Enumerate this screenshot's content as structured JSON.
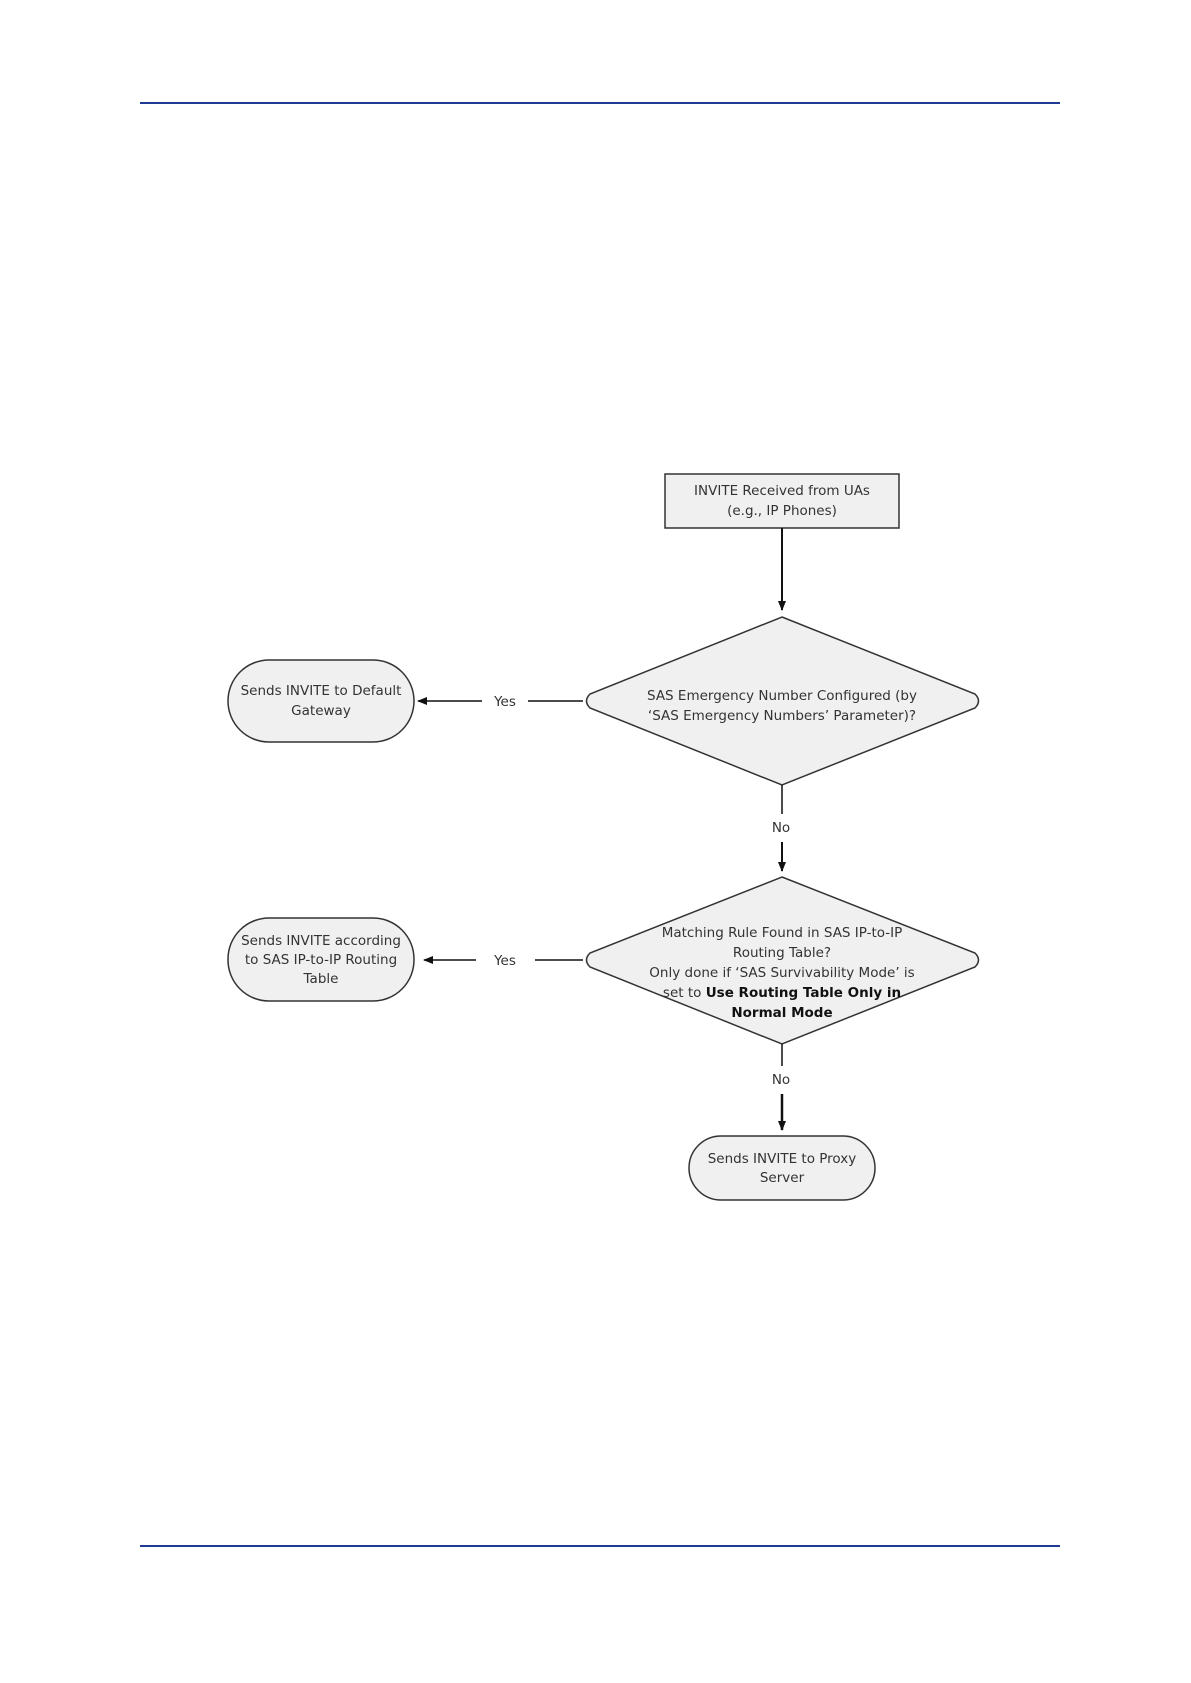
{
  "colors": {
    "rule": "#1f3a93",
    "node_fill": "#f0f0f0",
    "node_stroke": "#333333"
  },
  "flowchart": {
    "start_box": {
      "line1": "INVITE Received from UAs",
      "line2": "(e.g., IP Phones)"
    },
    "decision_1": {
      "line1": "SAS Emergency Number Configured (by",
      "line2": "‘SAS Emergency Numbers’ Parameter)?"
    },
    "outcome_default_gateway": {
      "line1": "Sends INVITE to Default",
      "line2": "Gateway"
    },
    "decision_2": {
      "line1": "Matching Rule Found in SAS IP-to-IP",
      "line2": "Routing Table?",
      "line3": "Only done if ‘SAS Survivability Mode’ is",
      "line4_prefix": "set to ",
      "line4_bold": "Use Routing Table Only in",
      "line5_bold": "Normal Mode"
    },
    "outcome_routing_table": {
      "line1": "Sends INVITE according",
      "line2": "to SAS IP-to-IP Routing",
      "line3": "Table"
    },
    "outcome_proxy": {
      "line1": "Sends INVITE to Proxy",
      "line2": "Server"
    },
    "labels": {
      "yes": "Yes",
      "no": "No"
    }
  }
}
